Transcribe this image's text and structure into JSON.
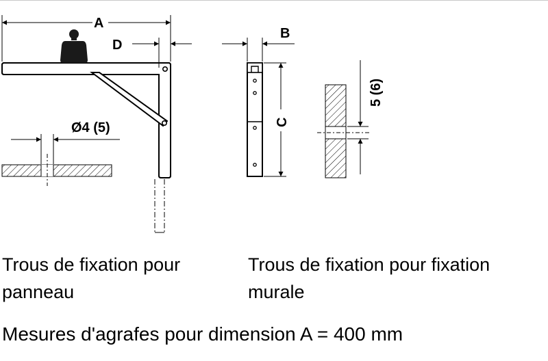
{
  "dimension_labels": {
    "a": "A",
    "b": "B",
    "c": "C",
    "d": "D",
    "hole_diameter": "Ø4 (5)",
    "hole_depth": "5 (6)"
  },
  "captions": {
    "panel_mounting": "Trous de fixation pour panneau",
    "wall_mounting": "Trous de fixation pour fixation murale"
  },
  "footer_note": "Mesures d'agrafes pour dimension A = 400 mm"
}
